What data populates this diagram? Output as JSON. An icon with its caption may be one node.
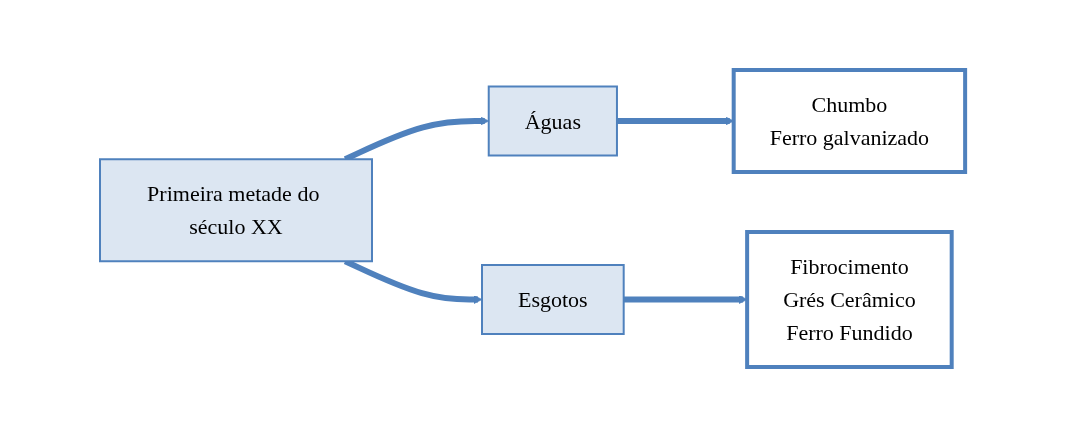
{
  "diagram": {
    "nodes": [
      {
        "text": [
          "Primeira metade do século XX"
        ]
      },
      {
        "text": [
          "Águas"
        ]
      },
      {
        "text": [
          "Chumbo",
          "Ferro galvanizado"
        ]
      },
      {
        "text": [
          "Esgotos"
        ]
      },
      {
        "text": [
          "Fibrocimento",
          "Grés Cerâmico",
          "Ferro Fundido"
        ]
      }
    ],
    "edges": [
      {
        "from": 0,
        "to": 1,
        "arrow": "to"
      },
      {
        "from": 1,
        "to": 2,
        "arrow": "to"
      },
      {
        "from": 0,
        "to": 3,
        "arrow": "to"
      },
      {
        "from": 3,
        "to": 4,
        "arrow": "to"
      }
    ]
  }
}
